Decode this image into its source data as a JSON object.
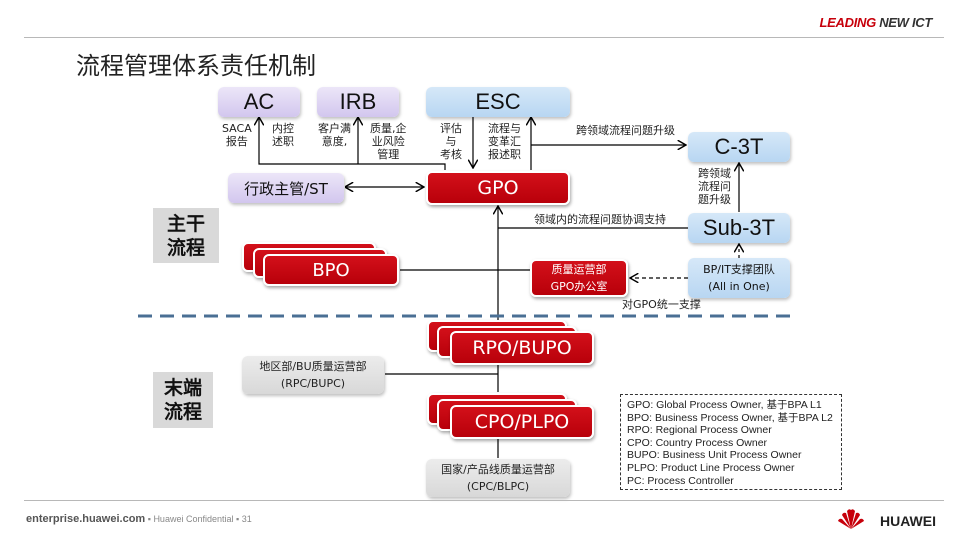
{
  "header": {
    "brand_lead": "LEADING",
    "brand_rest": " NEW ICT",
    "title": "流程管理体系责任机制"
  },
  "boxes": {
    "ac": "AC",
    "irb": "IRB",
    "esc": "ESC",
    "admin": "行政主管/ST",
    "gpo": "GPO",
    "c3t": "C-3T",
    "sub3t": "Sub-3T",
    "bpo": "BPO",
    "quality_office": "质量运营部\nGPO办公室",
    "bp_it": "BP/IT支撑团队\n(All in One)",
    "rpo": "RPO/BUPO",
    "regional_quality": "地区部/BU质量运营部\n(RPC/BUPC)",
    "cpo": "CPO/PLPO",
    "country_quality": "国家/产品线质量运营部\n(CPC/BLPC)"
  },
  "labels": {
    "saca": "SACA\n报告",
    "internal_control": "内控\n述职",
    "customer_satisfaction": "客户满\n意度,",
    "quality_risk": "质量,企\n业风险\n管理",
    "evaluate": "评估\n与\n考核",
    "process_report": "流程与\n变革汇\n报述职",
    "cross_domain": "跨领域流程问题升级",
    "cross_domain_vertical": "跨领域\n流程问\n题升级",
    "in_domain": "领域内的流程问题协调支持",
    "unified_support": "对GPO统一支撑"
  },
  "sections": {
    "trunk": "主干\n流程",
    "end": "末端\n流程"
  },
  "legend": [
    "GPO: Global Process Owner, 基于BPA L1",
    "BPO: Business Process Owner, 基于BPA L2",
    "RPO: Regional Process Owner",
    "CPO: Country Process Owner",
    "BUPO: Business Unit Process Owner",
    "PLPO: Product Line Process Owner",
    "PC: Process Controller"
  ],
  "footer": {
    "site": "enterprise.huawei.com",
    "confidential": "Huawei Confidential",
    "page": "31",
    "logo": "HUAWEI"
  },
  "colors": {
    "brand_red": "#c7000b",
    "divider_blue": "#4a6f94"
  }
}
